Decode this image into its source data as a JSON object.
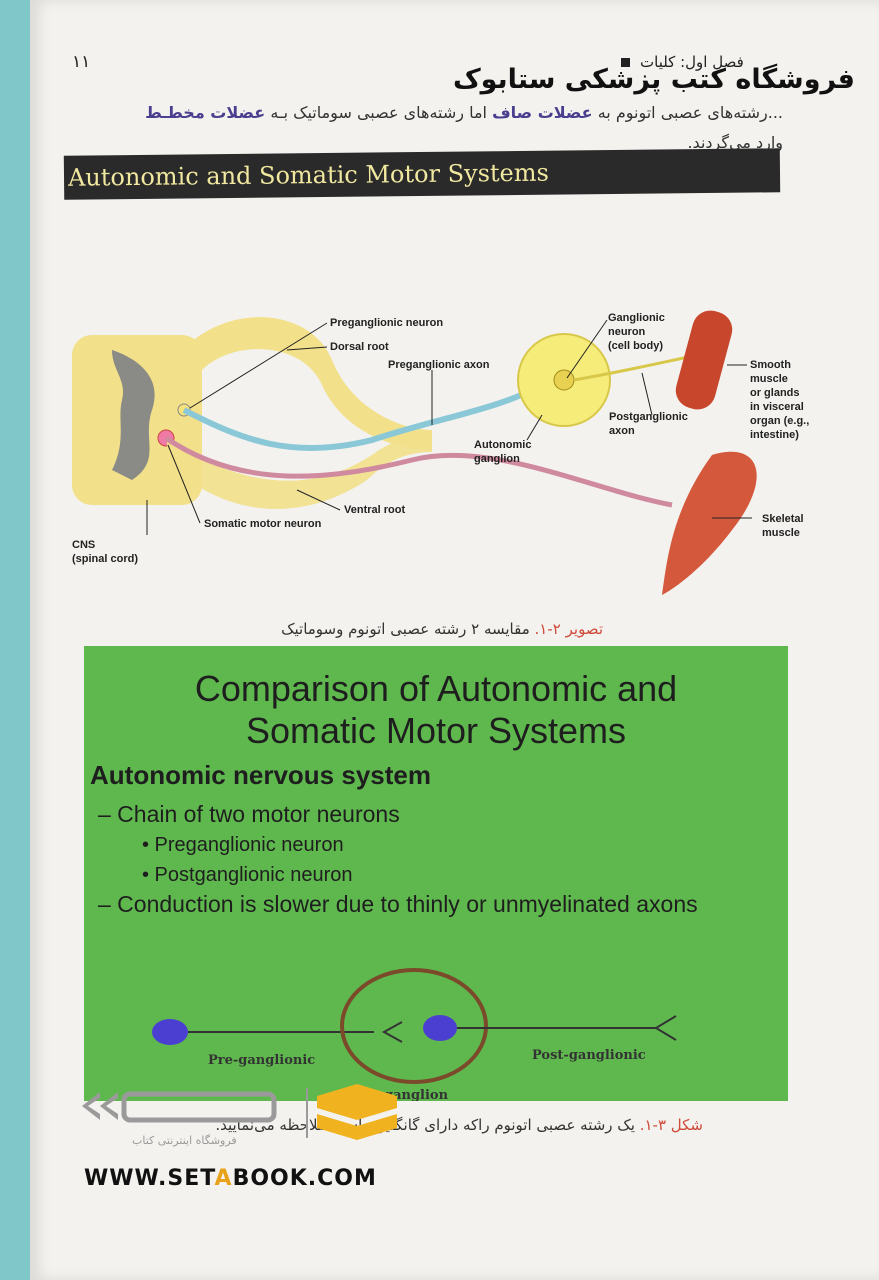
{
  "header": {
    "chapter": "فصل اول: کلیات",
    "page_number": "۱۱"
  },
  "store_name": "فروشگاه کتب پزشکی ستابوک",
  "body_text": {
    "prefix": "...رشته‌های عصبی اتونوم به",
    "highlight1": "عضلات صاف",
    "middle": "اما رشته‌های عصبی سوماتیک بـه",
    "highlight2": "عضلات مخطـط",
    "suffix": "وارد می‌گردند."
  },
  "section_title": "Autonomic and Somatic Motor Systems",
  "diagram_labels": {
    "preganglionic_neuron": "Preganglionic neuron",
    "dorsal_root": "Dorsal root",
    "preganglionic_axon": "Preganglionic axon",
    "ganglionic_neuron_1": "Ganglionic",
    "ganglionic_neuron_2": "neuron",
    "ganglionic_neuron_3": "(cell body)",
    "smooth_1": "Smooth",
    "smooth_2": "muscle",
    "smooth_3": "or glands",
    "smooth_4": "in visceral",
    "smooth_5": "organ (e.g.,",
    "smooth_6": "intestine)",
    "postganglionic_axon_1": "Postganglionic",
    "postganglionic_axon_2": "axon",
    "autonomic_ganglion_1": "Autonomic",
    "autonomic_ganglion_2": "ganglion",
    "ventral_root": "Ventral root",
    "somatic_motor_neuron": "Somatic motor neuron",
    "skeletal_1": "Skeletal",
    "skeletal_2": "muscle",
    "cns_1": "CNS",
    "cns_2": "(spinal cord)"
  },
  "caption1": {
    "fig": "تصویر ۲-۱.",
    "text": " مقایسه ۲ رشته عصبی اتونوم وسوماتیک"
  },
  "slide": {
    "title_line1": "Comparison of Autonomic and",
    "title_line2": "Somatic Motor Systems",
    "subtitle": "Autonomic nervous system",
    "bullet1": "– Chain of two motor neurons",
    "bullet1a": "• Preganglionic neuron",
    "bullet1b": "• Postganglionic neuron",
    "bullet2": "– Conduction is slower due to thinly or unmyelinated axons",
    "pre_label": "Pre-ganglionic",
    "post_label": "Post-ganglionic",
    "ganglion_label": "ganglion"
  },
  "caption2": {
    "fig": "شکل ۳-۱.",
    "text": " یک رشته عصبی اتونوم راکه دارای گانگلیون است ملاحظه می‌نمایید."
  },
  "logo_text": "فروشگاه اینترنتی کتاب",
  "website": {
    "part1": "WWW.SET",
    "part2": "A",
    "part3": "BOOK.COM"
  },
  "colors": {
    "slide_bg": "#5fb84e",
    "title_bar": "#2a2a2a",
    "accent": "#e8a21a",
    "caption_red": "#d04a3a"
  }
}
